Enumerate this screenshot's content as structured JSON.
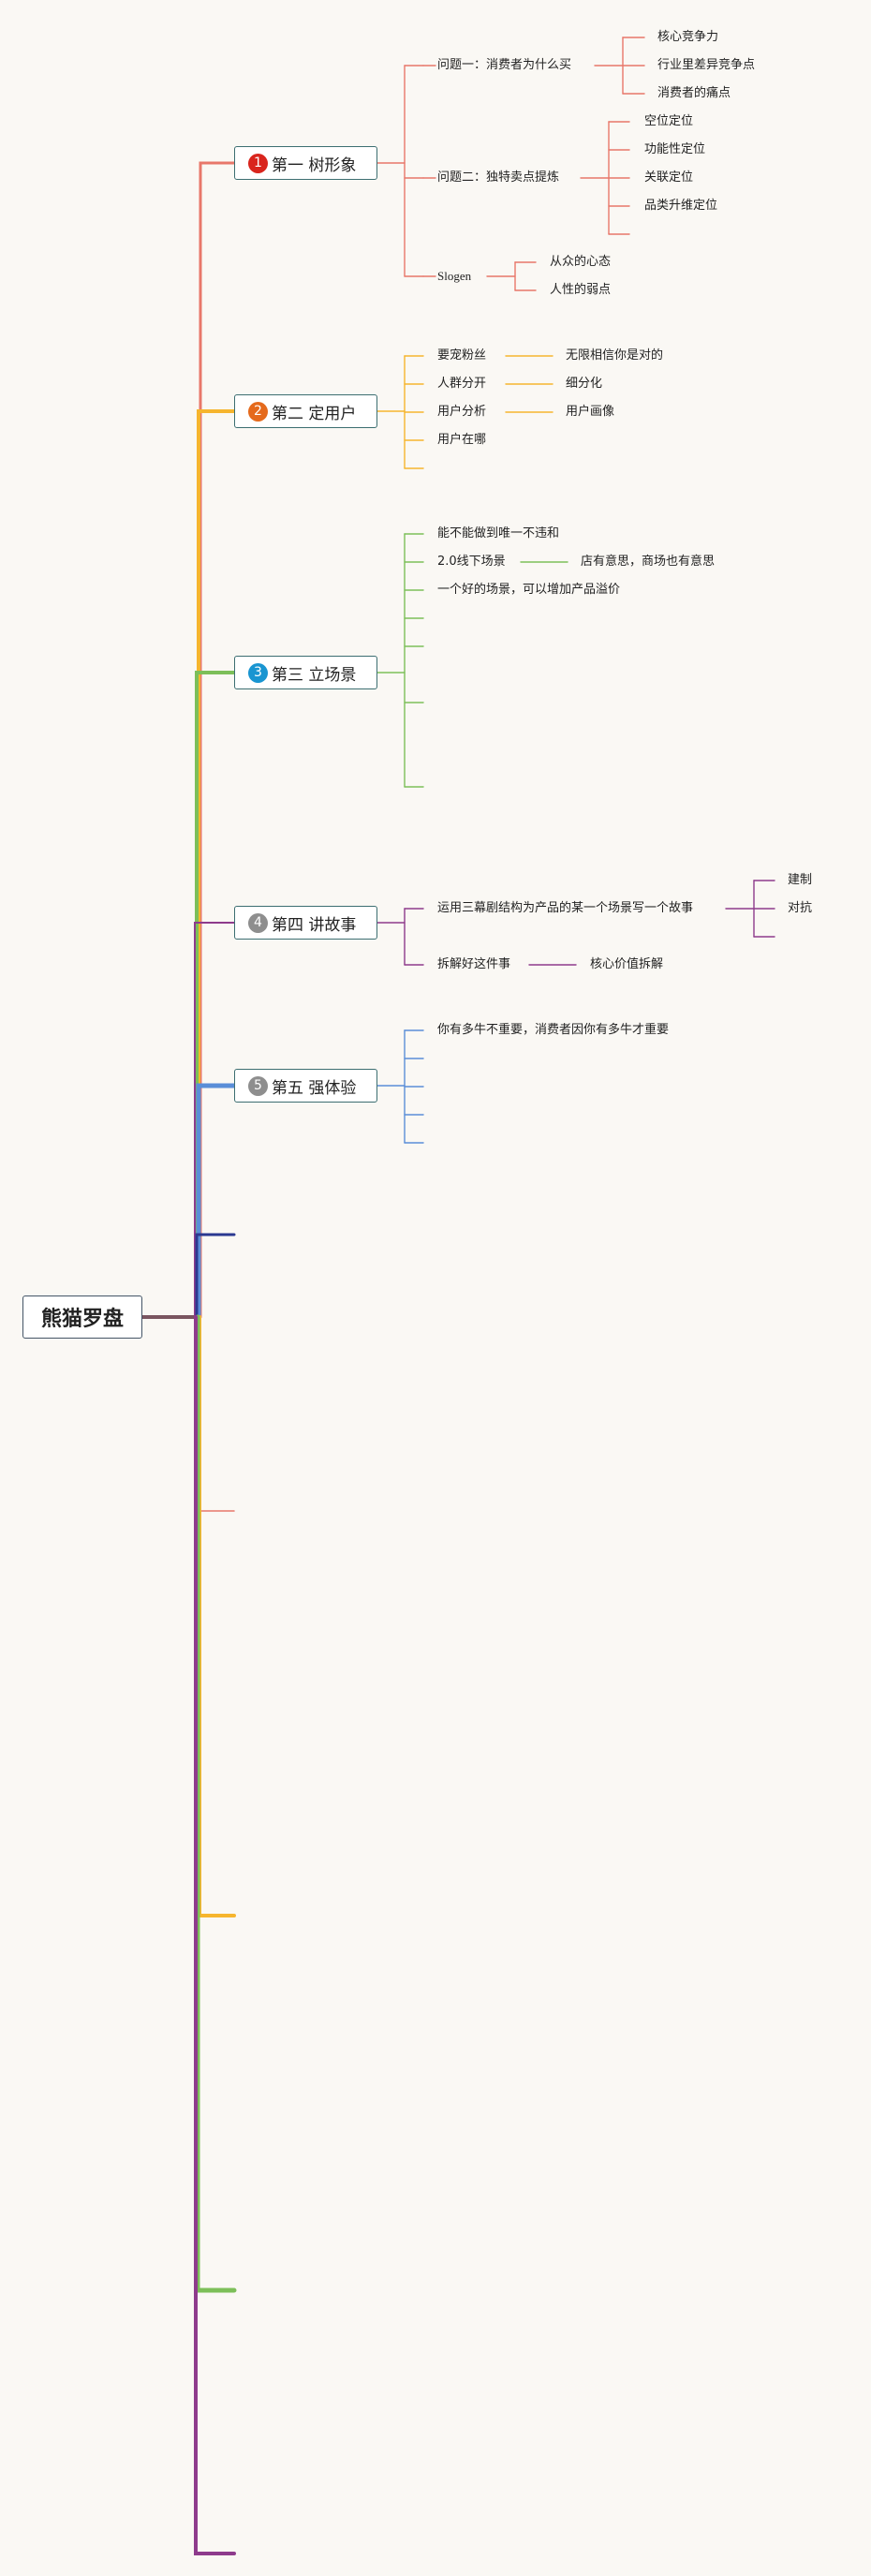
{
  "root": "熊猫罗盘",
  "branches": [
    {
      "num": "1",
      "label": "第一 树形象",
      "color": "#e8776a",
      "num_color": "#d9251d"
    },
    {
      "num": "2",
      "label": "第二 定用户",
      "color": "#f6b52e",
      "num_color": "#e56a1c"
    },
    {
      "num": "3",
      "label": "第三 立场景",
      "color": "#7cbf59",
      "num_color": "#1995d1"
    },
    {
      "num": "4",
      "label": "第四 讲故事",
      "color": "#8e3b8c",
      "num_color": "#8e8e8e"
    },
    {
      "num": "5",
      "label": "第五 强体验",
      "color": "#5a8ed8",
      "num_color": "#8e8e8e"
    }
  ],
  "b1": {
    "q1": "问题一：消费者为什么买",
    "q1_items": [
      "核心竞争力",
      "行业里差异竞争点",
      "消费者的痛点"
    ],
    "q2": "问题二：独特卖点提炼",
    "q2_items": [
      "空位定位",
      "功能性定位",
      "关联定位",
      "品类升维定位"
    ],
    "q3": "Slogen",
    "q3_items": [
      "从众的心态",
      "人性的弱点"
    ]
  },
  "b2": {
    "items": [
      "要宠粉丝",
      "人群分开",
      "用户分析",
      "用户在哪"
    ],
    "subs": [
      "无限相信你是对的",
      "细分化",
      "用户画像"
    ]
  },
  "b3": {
    "items": [
      "能不能做到唯一不违和",
      "2.0线下场景",
      "一个好的场景，可以增加产品溢价"
    ],
    "sub": "店有意思，商场也有意思"
  },
  "b4": {
    "item1": "运用三幕剧结构为产品的某一个场景写一个故事",
    "item1_subs": [
      "建制",
      "对抗"
    ],
    "item2": "拆解好这件事",
    "item2_sub": "核心价值拆解"
  },
  "b5": {
    "item1": "你有多牛不重要，消费者因你有多牛才重要"
  },
  "colors": {
    "red": "#e8776a",
    "orange": "#f6b52e",
    "green": "#7cbf59",
    "purple": "#8e3b8c",
    "blue": "#5a8ed8",
    "navy": "#2b3990",
    "root_link": "#7a5560"
  }
}
